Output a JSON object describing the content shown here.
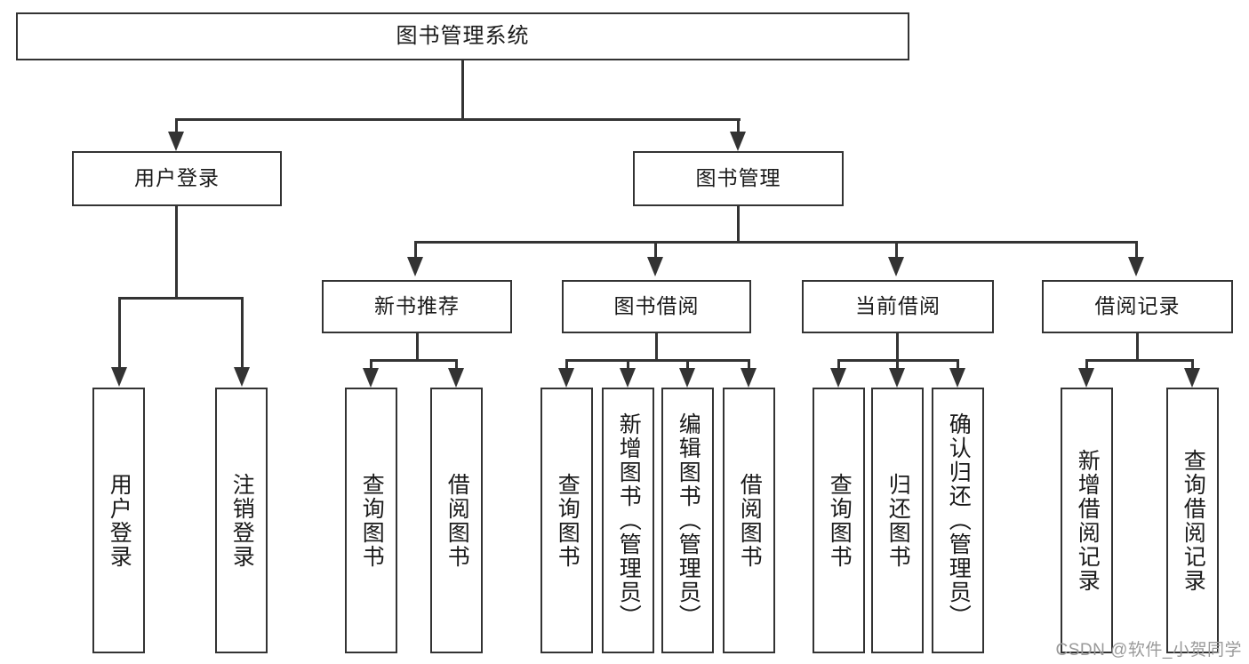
{
  "diagram": {
    "type": "tree",
    "title": "图书管理系统",
    "background_color": "#ffffff",
    "line_color": "#333333",
    "text_color": "#1a1a1a",
    "root": {
      "label": "图书管理系统"
    },
    "level2": [
      {
        "label": "用户登录"
      },
      {
        "label": "图书管理"
      }
    ],
    "level3": [
      {
        "label": "新书推荐"
      },
      {
        "label": "图书借阅"
      },
      {
        "label": "当前借阅"
      },
      {
        "label": "借阅记录"
      }
    ],
    "leaves": {
      "user_login": [
        {
          "label": "用户登录"
        },
        {
          "label": "注销登录"
        }
      ],
      "new_book_recommend": [
        {
          "label": "查询图书"
        },
        {
          "label": "借阅图书"
        }
      ],
      "book_borrow": [
        {
          "label": "查询图书"
        },
        {
          "label": "新增图书（管理员）"
        },
        {
          "label": "编辑图书（管理员）"
        },
        {
          "label": "借阅图书"
        }
      ],
      "current_borrow": [
        {
          "label": "查询图书"
        },
        {
          "label": "归还图书"
        },
        {
          "label": "确认归还（管理员）"
        }
      ],
      "borrow_record": [
        {
          "label": "新增借阅记录"
        },
        {
          "label": "查询借阅记录"
        }
      ]
    }
  },
  "watermark": {
    "text": "CSDN @软件_小贺同学"
  }
}
